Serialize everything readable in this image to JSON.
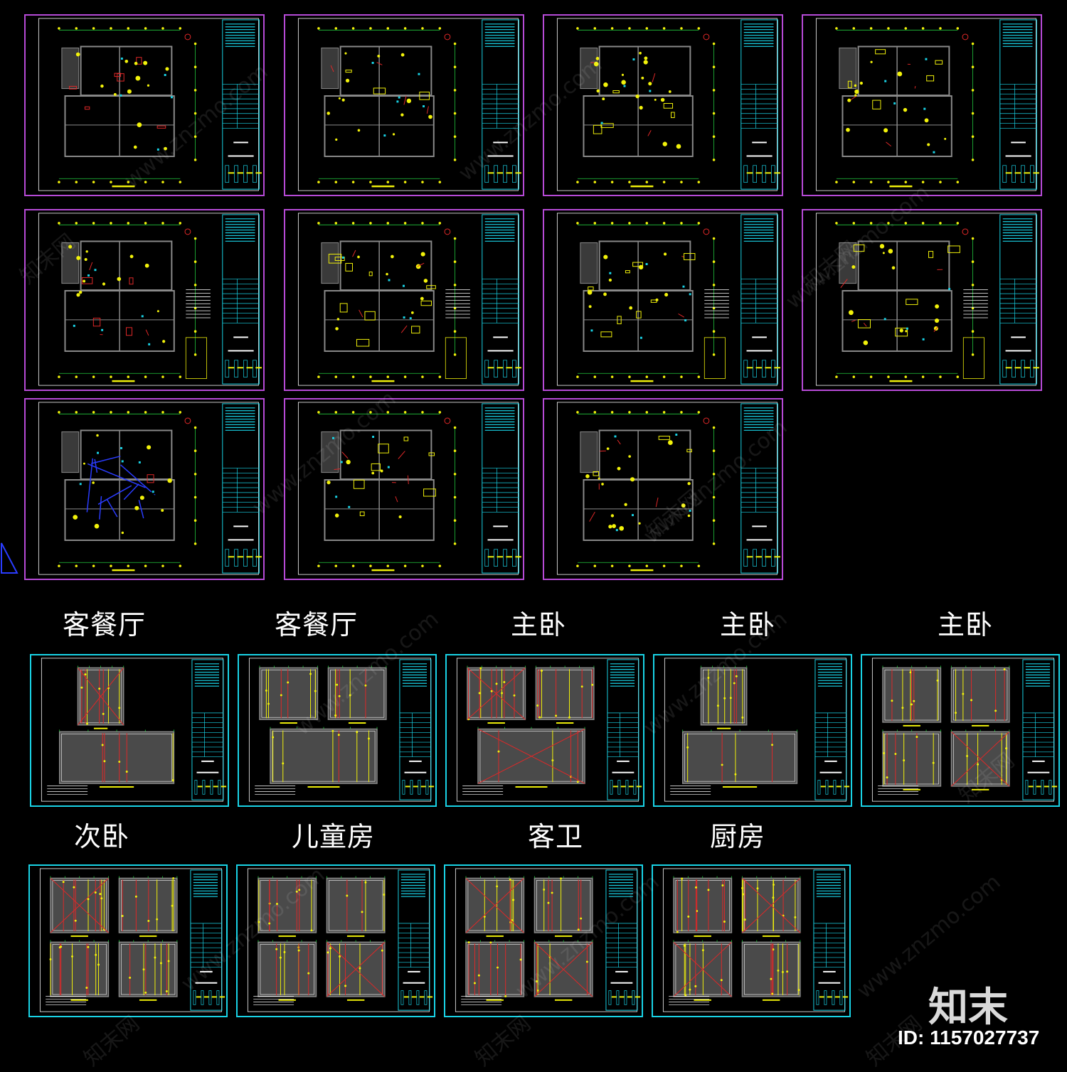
{
  "room_labels": [
    "客餐厅",
    "客餐厅",
    "主卧",
    "主卧",
    "主卧",
    "次卧",
    "儿童房",
    "客卫",
    "厨房"
  ],
  "brand": "知末",
  "id_text": "ID: 1157027737",
  "watermark_url": "www.znzmo.com",
  "watermark_cn": "知末网",
  "colors": {
    "background": "#000000",
    "plan_frame": "#b64ad6",
    "cyan": "#19d3e6",
    "yellow": "#f2f20a",
    "red": "#e02828",
    "blue": "#2a3cff",
    "green": "#22c83c",
    "gray": "#8a8a8a",
    "white": "#ffffff"
  }
}
